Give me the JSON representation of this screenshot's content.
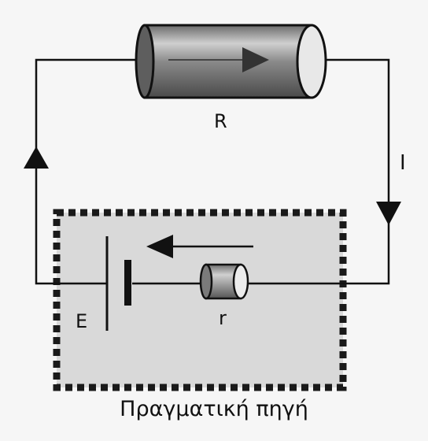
{
  "diagram": {
    "resistor_label": "R",
    "current_label": "I",
    "emf_label": "E",
    "internal_resistance_label": "r",
    "caption": "Πραγματική πηγή"
  },
  "colors": {
    "wire": "#111111",
    "source_box_fill": "#d9d9d9",
    "source_box_border": "#1a1a1a",
    "resistor_body": "#8c8c8c",
    "resistor_highlight": "#d8d8d8"
  }
}
